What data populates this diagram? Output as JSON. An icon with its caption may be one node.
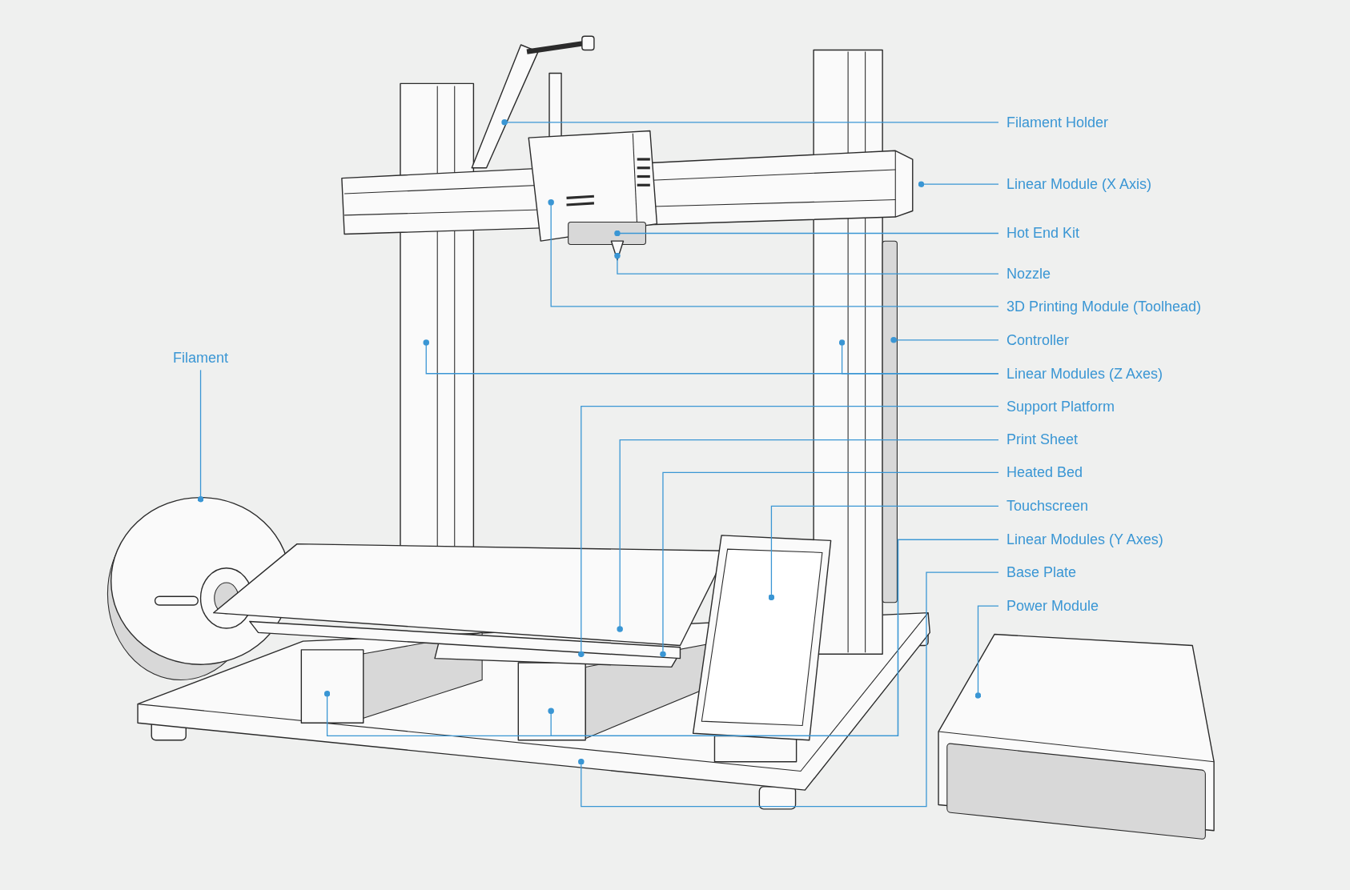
{
  "diagram": {
    "nodes": [
      {
        "text": [
          "Filament Holder"
        ]
      },
      {
        "text": [
          "Linear Module (X Axis)"
        ]
      },
      {
        "text": [
          "Hot End Kit"
        ]
      },
      {
        "text": [
          "Nozzle"
        ]
      },
      {
        "text": [
          "3D Printing Module (Toolhead)"
        ]
      },
      {
        "text": [
          "Controller"
        ]
      },
      {
        "text": [
          "Linear Modules (Z Axes)"
        ]
      },
      {
        "text": [
          "Filament"
        ]
      },
      {
        "text": [
          "Support Platform"
        ]
      },
      {
        "text": [
          "Print Sheet"
        ]
      },
      {
        "text": [
          "Heated Bed"
        ]
      },
      {
        "text": [
          "Touchscreen"
        ]
      },
      {
        "text": [
          "Linear Modules (Y Axes)"
        ]
      },
      {
        "text": [
          "Base Plate"
        ]
      },
      {
        "text": [
          "Power Module"
        ]
      }
    ],
    "edges": [
      {
        "from": 0,
        "to": null,
        "arrow": "other"
      },
      {
        "from": 1,
        "to": null,
        "arrow": "other"
      },
      {
        "from": 2,
        "to": null,
        "arrow": "other"
      },
      {
        "from": 3,
        "to": null,
        "arrow": "other"
      },
      {
        "from": 4,
        "to": null,
        "arrow": "other"
      },
      {
        "from": 5,
        "to": null,
        "arrow": "other"
      },
      {
        "from": 6,
        "to": null,
        "arrow": "other"
      },
      {
        "from": 6,
        "to": null,
        "arrow": "other"
      },
      {
        "from": 7,
        "to": null,
        "arrow": "other"
      },
      {
        "from": 8,
        "to": null,
        "arrow": "other"
      },
      {
        "from": 9,
        "to": null,
        "arrow": "other"
      },
      {
        "from": 10,
        "to": null,
        "arrow": "other"
      },
      {
        "from": 11,
        "to": null,
        "arrow": "other"
      },
      {
        "from": 12,
        "to": null,
        "arrow": "other"
      },
      {
        "from": 12,
        "to": null,
        "arrow": "other"
      },
      {
        "from": 13,
        "to": null,
        "arrow": "other"
      },
      {
        "from": 14,
        "to": null,
        "arrow": "other"
      }
    ]
  }
}
